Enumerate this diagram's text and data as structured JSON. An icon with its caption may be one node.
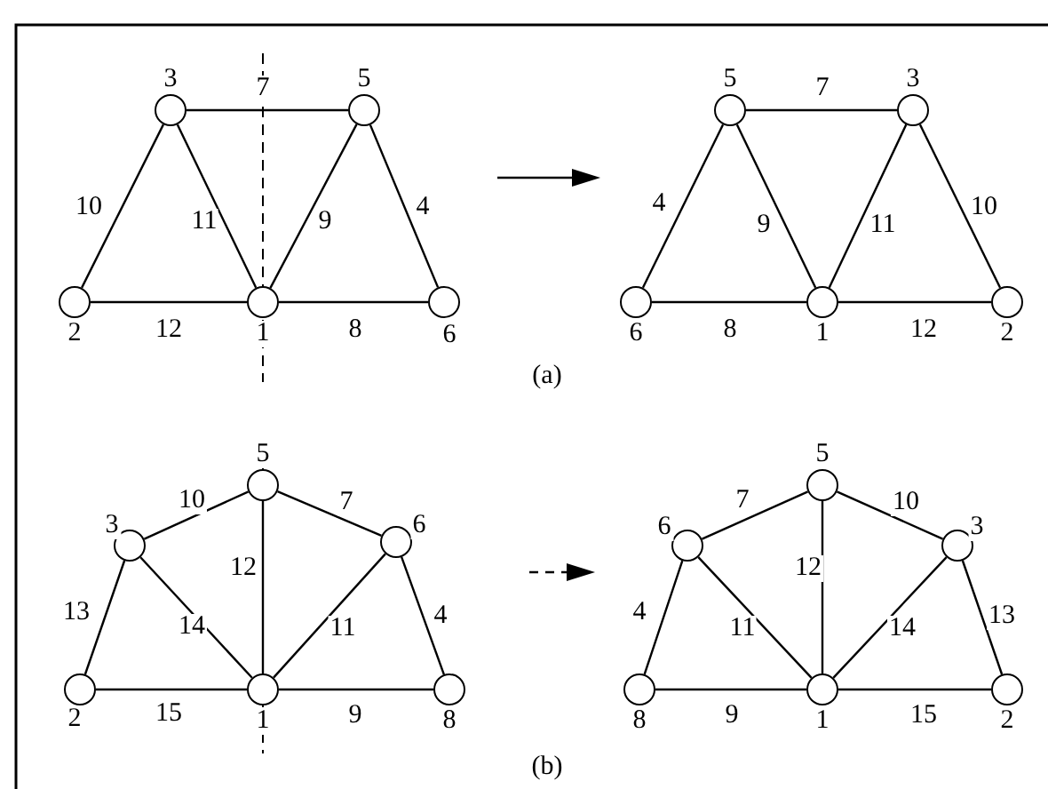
{
  "diagram": {
    "nodes": [
      {
        "text": [],
        "shape": "circle",
        "beside": [
          "3"
        ]
      },
      {
        "text": [],
        "shape": "circle",
        "beside": [
          "5"
        ]
      },
      {
        "text": [],
        "shape": "circle",
        "beside": [
          "2"
        ]
      },
      {
        "text": [],
        "shape": "circle",
        "beside": [
          "1"
        ]
      },
      {
        "text": [],
        "shape": "circle",
        "beside": [
          "6"
        ]
      },
      {
        "text": [],
        "shape": "circle",
        "beside": [
          "5"
        ]
      },
      {
        "text": [],
        "shape": "circle",
        "beside": [
          "3"
        ]
      },
      {
        "text": [],
        "shape": "circle",
        "beside": [
          "6"
        ]
      },
      {
        "text": [],
        "shape": "circle",
        "beside": [
          "1"
        ]
      },
      {
        "text": [],
        "shape": "circle",
        "beside": [
          "2"
        ]
      },
      {
        "text": [],
        "shape": "circle",
        "beside": [
          "5"
        ]
      },
      {
        "text": [],
        "shape": "circle",
        "beside": [
          "3"
        ]
      },
      {
        "text": [],
        "shape": "circle",
        "beside": [
          "6"
        ]
      },
      {
        "text": [],
        "shape": "circle",
        "beside": [
          "2"
        ]
      },
      {
        "text": [],
        "shape": "circle",
        "beside": [
          "1"
        ]
      },
      {
        "text": [],
        "shape": "circle",
        "beside": [
          "8"
        ]
      },
      {
        "text": [],
        "shape": "circle",
        "beside": [
          "5"
        ]
      },
      {
        "text": [],
        "shape": "circle",
        "beside": [
          "6"
        ]
      },
      {
        "text": [],
        "shape": "circle",
        "beside": [
          "3"
        ]
      },
      {
        "text": [],
        "shape": "circle",
        "beside": [
          "8"
        ]
      },
      {
        "text": [],
        "shape": "circle",
        "beside": [
          "1"
        ]
      },
      {
        "text": [],
        "shape": "circle",
        "beside": [
          "2"
        ]
      }
    ],
    "edges": [
      {
        "from": 0,
        "to": 1,
        "arrow": "none",
        "label": "7"
      },
      {
        "from": 2,
        "to": 0,
        "arrow": "none",
        "label": "10"
      },
      {
        "from": 0,
        "to": 3,
        "arrow": "none",
        "label": "11"
      },
      {
        "from": 3,
        "to": 1,
        "arrow": "none",
        "label": "9"
      },
      {
        "from": 1,
        "to": 4,
        "arrow": "none",
        "label": "4"
      },
      {
        "from": 2,
        "to": 3,
        "arrow": "none",
        "label": "12"
      },
      {
        "from": 3,
        "to": 4,
        "arrow": "none",
        "label": "8"
      },
      {
        "from": 5,
        "to": 6,
        "arrow": "none",
        "label": "7"
      },
      {
        "from": 7,
        "to": 5,
        "arrow": "none",
        "label": "4"
      },
      {
        "from": 5,
        "to": 8,
        "arrow": "none",
        "label": "9"
      },
      {
        "from": 8,
        "to": 6,
        "arrow": "none",
        "label": "11"
      },
      {
        "from": 6,
        "to": 9,
        "arrow": "none",
        "label": "10"
      },
      {
        "from": 7,
        "to": 8,
        "arrow": "none",
        "label": "8"
      },
      {
        "from": 8,
        "to": 9,
        "arrow": "none",
        "label": "12"
      },
      {
        "from": 11,
        "to": 10,
        "arrow": "none",
        "label": "10"
      },
      {
        "from": 10,
        "to": 12,
        "arrow": "none",
        "label": "7"
      },
      {
        "from": 10,
        "to": 14,
        "arrow": "none",
        "label": "12"
      },
      {
        "from": 11,
        "to": 13,
        "arrow": "none",
        "label": "13"
      },
      {
        "from": 11,
        "to": 14,
        "arrow": "none",
        "label": "14"
      },
      {
        "from": 14,
        "to": 12,
        "arrow": "none",
        "label": "11"
      },
      {
        "from": 12,
        "to": 15,
        "arrow": "none",
        "label": "4"
      },
      {
        "from": 13,
        "to": 14,
        "arrow": "none",
        "label": "15"
      },
      {
        "from": 14,
        "to": 15,
        "arrow": "none",
        "label": "9"
      },
      {
        "from": 17,
        "to": 16,
        "arrow": "none",
        "label": "7"
      },
      {
        "from": 16,
        "to": 18,
        "arrow": "none",
        "label": "10"
      },
      {
        "from": 16,
        "to": 20,
        "arrow": "none",
        "label": "12"
      },
      {
        "from": 17,
        "to": 19,
        "arrow": "none",
        "label": "4"
      },
      {
        "from": 17,
        "to": 20,
        "arrow": "none",
        "label": "11"
      },
      {
        "from": 20,
        "to": 18,
        "arrow": "none",
        "label": "14"
      },
      {
        "from": 18,
        "to": 21,
        "arrow": "none",
        "label": "13"
      },
      {
        "from": 19,
        "to": 20,
        "arrow": "none",
        "label": "9"
      },
      {
        "from": 20,
        "to": 21,
        "arrow": "none",
        "label": "15"
      }
    ],
    "labels": [
      "(a)",
      "(b)"
    ]
  }
}
